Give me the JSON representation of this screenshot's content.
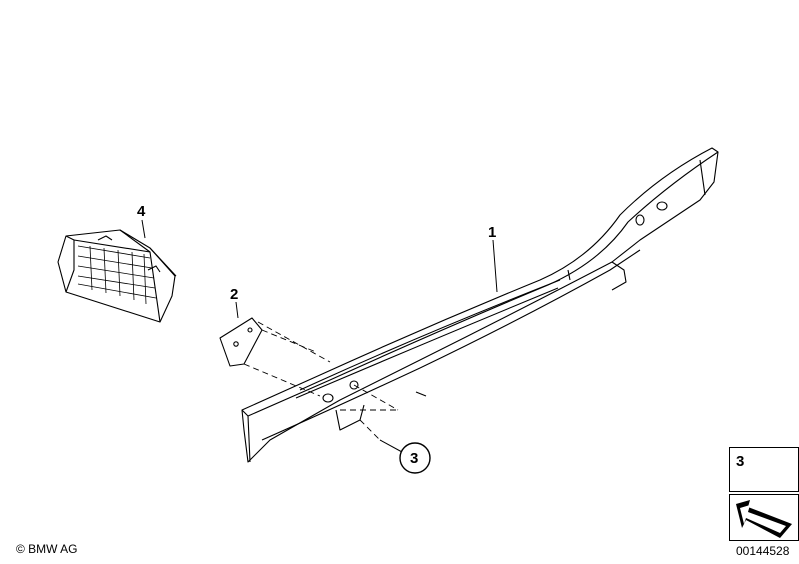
{
  "callouts": {
    "part1": "1",
    "part2": "2",
    "part3": "3",
    "part4": "4"
  },
  "legend": {
    "part_number": "3"
  },
  "footer": {
    "copyright": "© BMW AG",
    "diagram_id": "00144528"
  },
  "icons": {
    "legend_item": "hex-nut-icon",
    "direction": "forward-arrow-icon"
  }
}
